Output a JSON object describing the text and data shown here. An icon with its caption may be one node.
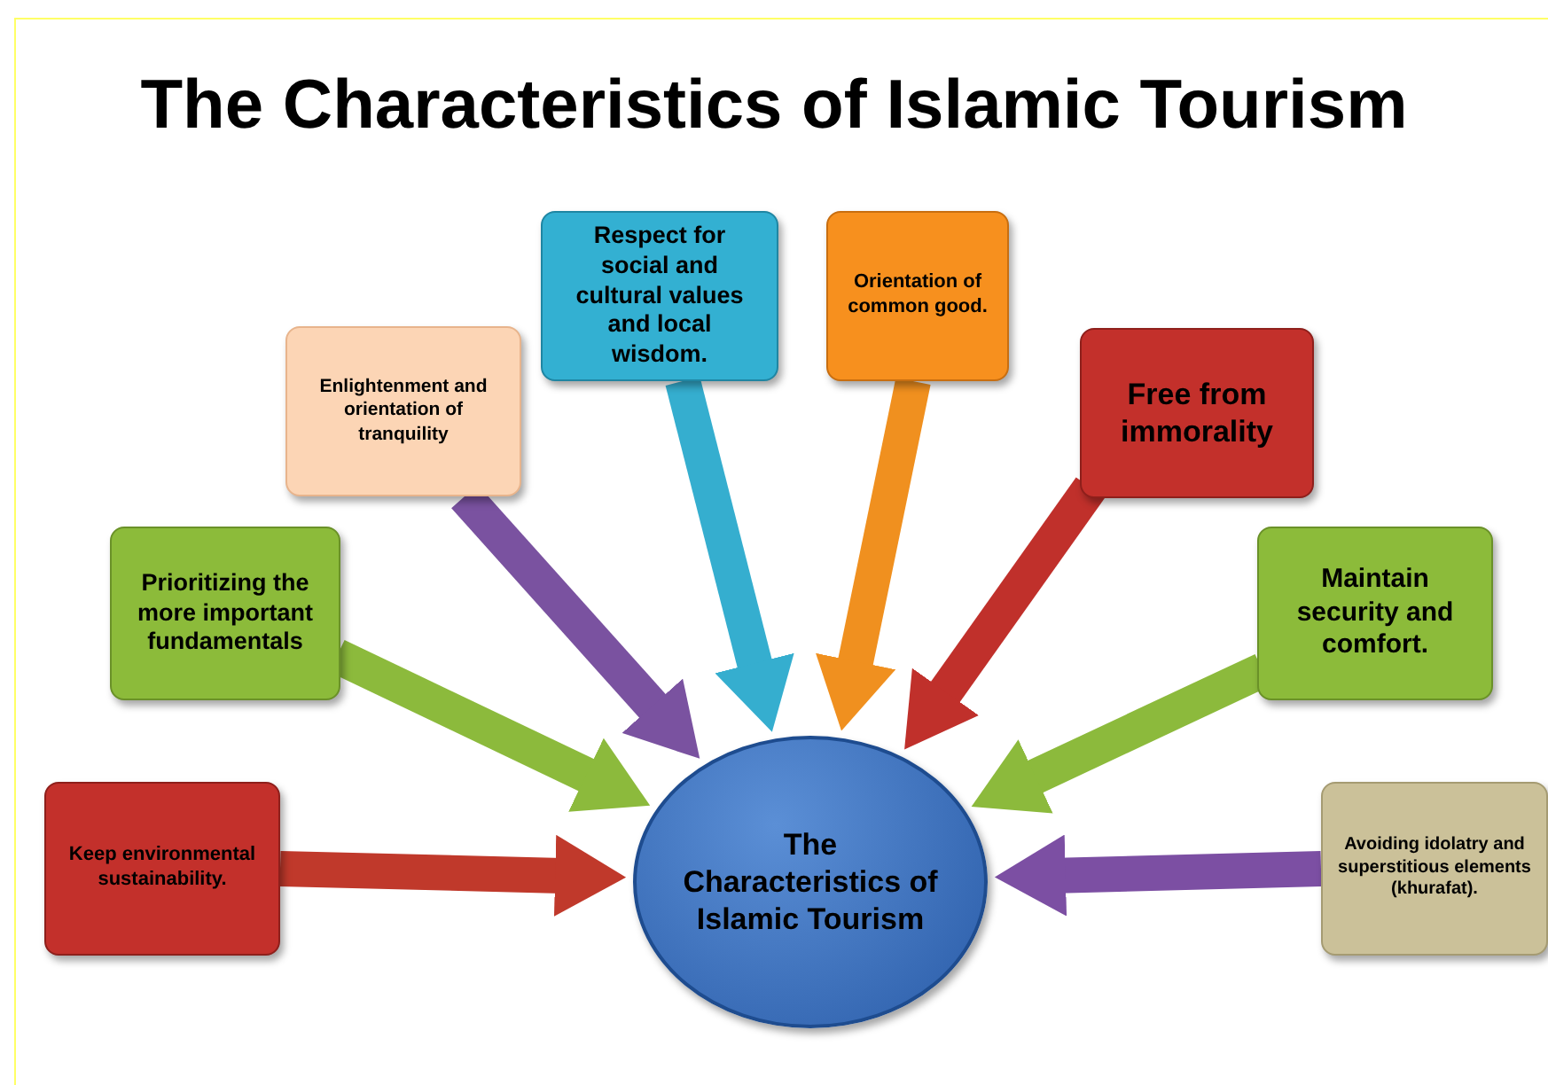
{
  "diagram": {
    "title": "The Characteristics of Islamic Tourism",
    "nodes": [
      {
        "text": [
          "The Characteristics of Islamic Tourism"
        ]
      },
      {
        "text": [
          "Keep environmental sustainability."
        ]
      },
      {
        "text": [
          "Prioritizing the more important fundamentals"
        ]
      },
      {
        "text": [
          "Enlightenment and orientation of tranquility"
        ]
      },
      {
        "text": [
          "Respect for social and cultural values and local wisdom."
        ]
      },
      {
        "text": [
          "Orientation of common good."
        ]
      },
      {
        "text": [
          "Free from immorality"
        ]
      },
      {
        "text": [
          "Maintain security and comfort."
        ]
      },
      {
        "text": [
          "Avoiding idolatry and superstitious elements (khurafat)."
        ]
      }
    ],
    "edges": [
      {
        "from": 1,
        "to": 0,
        "arrow": "to",
        "color": "#c0392b"
      },
      {
        "from": 2,
        "to": 0,
        "arrow": "to",
        "color": "#8cba3c"
      },
      {
        "from": 3,
        "to": 0,
        "arrow": "to",
        "color": "#7a52a0"
      },
      {
        "from": 4,
        "to": 0,
        "arrow": "to",
        "color": "#35aecf"
      },
      {
        "from": 5,
        "to": 0,
        "arrow": "to",
        "color": "#f0901f"
      },
      {
        "from": 6,
        "to": 0,
        "arrow": "to",
        "color": "#c0302b"
      },
      {
        "from": 7,
        "to": 0,
        "arrow": "to",
        "color": "#8cba3c"
      },
      {
        "from": 8,
        "to": 0,
        "arrow": "to",
        "color": "#7c4fa3"
      }
    ]
  }
}
